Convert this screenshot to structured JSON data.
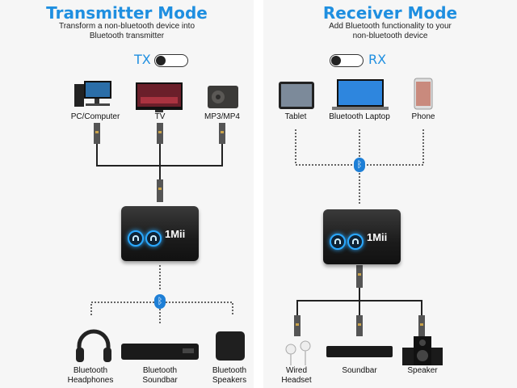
{
  "left": {
    "title": "Transmitter Mode",
    "subtitle_line1": "Transform a non-bluetooth device into",
    "subtitle_line2": "Bluetooth transmitter",
    "mode": "TX",
    "sources": [
      "PC/Computer",
      "TV",
      "MP3/MP4"
    ],
    "brand": "1Mii",
    "outputs_line1": [
      "Bluetooth",
      "Bluetooth",
      "Bluetooth"
    ],
    "outputs_line2": [
      "Headphones",
      "Soundbar",
      "Speakers"
    ]
  },
  "right": {
    "title": "Receiver Mode",
    "subtitle_line1": "Add Bluetooth functionality to your",
    "subtitle_line2": "non-bluetooth device",
    "mode": "RX",
    "sources": [
      "Tablet",
      "Bluetooth Laptop",
      "Phone"
    ],
    "brand": "1Mii",
    "outputs_line1": [
      "Wired",
      "Soundbar",
      "Speaker"
    ],
    "outputs_line2": [
      "Headset",
      "",
      ""
    ]
  },
  "colors": {
    "accent": "#1f8fe0",
    "bluetooth": "#1e7fd6"
  },
  "icons": [
    "bluetooth-icon",
    "headphone-icon",
    "jack-plug-icon"
  ]
}
